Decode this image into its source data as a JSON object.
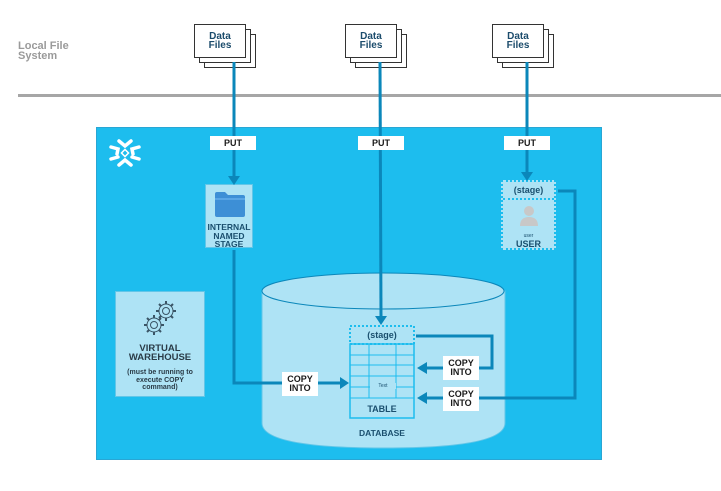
{
  "local_file_system": {
    "line1": "Local File",
    "line2": "System"
  },
  "data_files": [
    {
      "line1": "Data",
      "line2": "Files"
    },
    {
      "line1": "Data",
      "line2": "Files"
    },
    {
      "line1": "Data",
      "line2": "Files"
    }
  ],
  "put_labels": [
    "PUT",
    "PUT",
    "PUT"
  ],
  "internal_stage": {
    "line1": "INTERNAL",
    "line2": "NAMED",
    "line3": "STAGE"
  },
  "user_stage": {
    "stage": "(stage)",
    "user_small": "user",
    "user": "USER"
  },
  "warehouse": {
    "line1": "VIRTUAL",
    "line2": "WAREHOUSE",
    "note1": "(must be running to",
    "note2": "execute COPY",
    "note3": "command)"
  },
  "database": {
    "label": "DATABASE",
    "table_stage": "(stage)",
    "table_cell_text": "Text",
    "table_label": "TABLE"
  },
  "copy_into": [
    {
      "line1": "COPY",
      "line2": "INTO"
    },
    {
      "line1": "COPY",
      "line2": "INTO"
    },
    {
      "line1": "COPY",
      "line2": "INTO"
    }
  ],
  "colors": {
    "snowflake_blue": "#1dbdee",
    "arrow_blue": "#0b87ba",
    "pale_blue": "#aee3f5",
    "folder_blue": "#3d8fd6"
  }
}
